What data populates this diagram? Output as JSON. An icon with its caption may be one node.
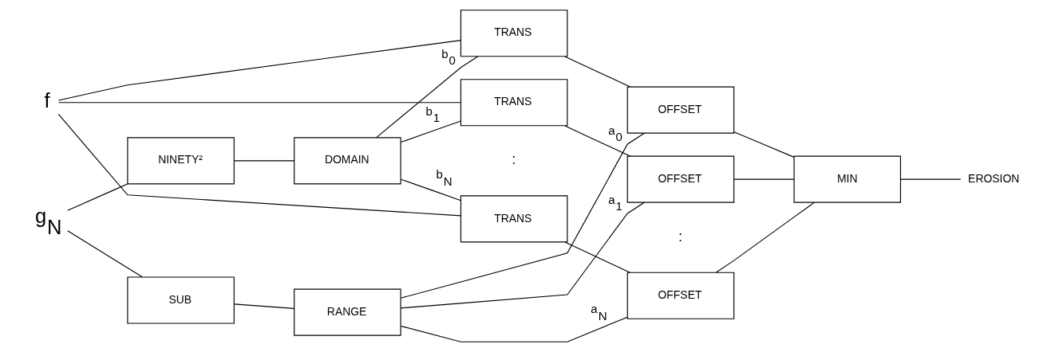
{
  "diagram": {
    "nodes": [
      {
        "text": [
          "f"
        ]
      },
      {
        "text": [
          "TRANS"
        ]
      },
      {
        "text": [
          "OFFSET"
        ]
      },
      {
        "text": [
          "TRANS"
        ]
      },
      {
        "text": [
          "OFFSET"
        ]
      },
      {
        "text": [
          "MIN"
        ]
      },
      {
        "text": [
          "EROSION"
        ]
      },
      {
        "text": [
          "NINETY²"
        ]
      },
      {
        "text": [
          "DOMAIN"
        ]
      },
      {
        "text": [
          "g$_{N}$"
        ]
      },
      {
        "text": [
          "SUB"
        ]
      },
      {
        "text": [
          "RANGE"
        ]
      },
      {
        "text": [
          "TRANS"
        ]
      },
      {
        "text": [
          "OFFSET"
        ]
      }
    ],
    "edges": [
      {
        "from": 0,
        "to": 1,
        "arrow": "none"
      },
      {
        "from": 0,
        "to": 3,
        "arrow": "none"
      },
      {
        "from": 0,
        "to": 12,
        "arrow": "none"
      },
      {
        "from": 9,
        "to": 7,
        "arrow": "none"
      },
      {
        "from": 9,
        "to": 10,
        "arrow": "none"
      },
      {
        "from": 7,
        "to": 8,
        "arrow": "none"
      },
      {
        "from": 10,
        "to": 11,
        "arrow": "none"
      },
      {
        "from": 8,
        "to": 1,
        "arrow": "none",
        "label": "b$_{0}$"
      },
      {
        "from": 8,
        "to": 3,
        "arrow": "none",
        "label": "b$_{1}$"
      },
      {
        "from": 8,
        "to": 12,
        "arrow": "none",
        "label": "b$_{N}$"
      },
      {
        "from": 1,
        "to": 2,
        "arrow": "none"
      },
      {
        "from": 3,
        "to": 4,
        "arrow": "none"
      },
      {
        "from": 12,
        "to": 13,
        "arrow": "none"
      },
      {
        "from": 11,
        "to": 2,
        "arrow": "none",
        "label": "a$_{0}$"
      },
      {
        "from": 11,
        "to": 4,
        "arrow": "none",
        "label": "a$_{1}$"
      },
      {
        "from": 11,
        "to": 13,
        "arrow": "none",
        "label": "a$_{N}$"
      },
      {
        "from": 2,
        "to": 5,
        "arrow": "none"
      },
      {
        "from": 4,
        "to": 5,
        "arrow": "none"
      },
      {
        "from": 13,
        "to": 5,
        "arrow": "none"
      },
      {
        "from": 5,
        "to": 6,
        "arrow": "none"
      }
    ],
    "labels": [
      ":",
      ":"
    ]
  }
}
